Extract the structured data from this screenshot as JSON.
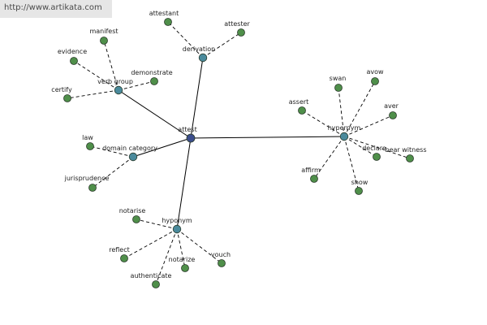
{
  "site_url": "http://www.artikata.com",
  "colors": {
    "center": "#3b4d8c",
    "category": "#4a8a9c",
    "leaf": "#4f8f4a",
    "stroke": "#2a3a2a",
    "line": "#000000"
  },
  "center": {
    "id": "attest",
    "label": "attest"
  },
  "categories": [
    {
      "id": "derivation",
      "label": "derivation",
      "leaves": [
        "attestant",
        "attester"
      ]
    },
    {
      "id": "verb-group",
      "label": "verb group",
      "leaves": [
        "manifest",
        "evidence",
        "demonstrate",
        "certify"
      ]
    },
    {
      "id": "domain-category",
      "label": "domain category",
      "leaves": [
        "law",
        "jurisprudence"
      ]
    },
    {
      "id": "hypernym",
      "label": "hypernym",
      "leaves": [
        "swan",
        "avow",
        "assert",
        "aver",
        "declare",
        "bear witness",
        "affirm",
        "show"
      ]
    },
    {
      "id": "hyponym",
      "label": "hyponym",
      "leaves": [
        "notarise",
        "reflect",
        "notarize",
        "vouch",
        "authenticate"
      ]
    }
  ]
}
